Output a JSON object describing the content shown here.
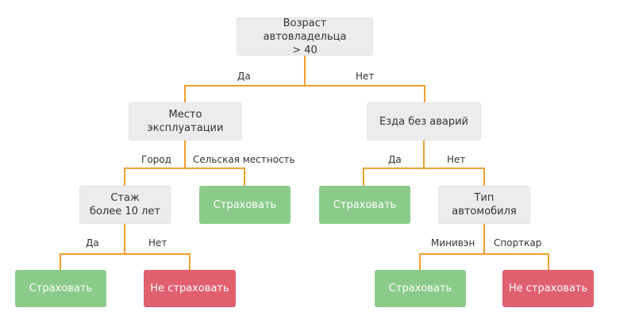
{
  "colors": {
    "connector": "#f0a030",
    "question_bg": "#ececef",
    "insure_bg": "#8acb8a",
    "decline_bg": "#e0606e"
  },
  "nodes": {
    "root": {
      "line1": "Возраст автовладельца",
      "line2": "> 40"
    },
    "place": {
      "label": "Место эксплуатации"
    },
    "accident_free": {
      "label": "Езда без аварий"
    },
    "experience": {
      "line1": "Стаж",
      "line2": "более 10 лет"
    },
    "rural_insure": {
      "label": "Страховать"
    },
    "accident_yes_insure": {
      "label": "Страховать"
    },
    "car_type": {
      "label": "Тип автомобиля"
    },
    "exp_yes_insure": {
      "label": "Страховать"
    },
    "exp_no_decline": {
      "label": "Не страховать"
    },
    "minivan_insure": {
      "label": "Страховать"
    },
    "sportscar_decline": {
      "label": "Не страховать"
    }
  },
  "edges": {
    "root_yes": "Да",
    "root_no": "Нет",
    "place_city": "Город",
    "place_rural": "Сельская местность",
    "accident_yes": "Да",
    "accident_no": "Нет",
    "exp_yes": "Да",
    "exp_no": "Нет",
    "car_minivan": "Минивэн",
    "car_sportscar": "Спорткар"
  }
}
